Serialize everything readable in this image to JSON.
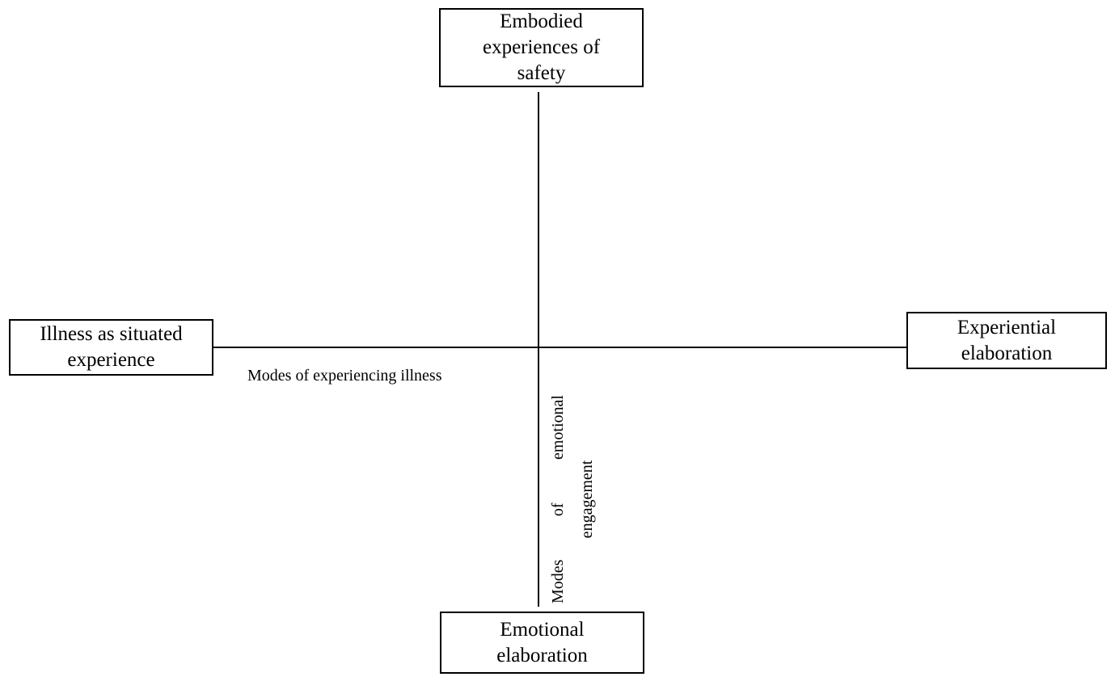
{
  "diagram": {
    "top_box": {
      "lines": [
        "Embodied",
        "experiences of",
        "safety"
      ]
    },
    "left_box": {
      "lines": [
        "Illness as situated",
        "experience"
      ]
    },
    "right_box": {
      "lines": [
        "Experiential",
        "elaboration"
      ]
    },
    "bottom_box": {
      "lines": [
        "Emotional",
        "elaboration"
      ]
    },
    "horizontal_axis_label": "Modes of experiencing illness",
    "vertical_axis_label": {
      "row1_words": [
        "Modes",
        "of",
        "emotional"
      ],
      "row2": "engagement"
    }
  }
}
